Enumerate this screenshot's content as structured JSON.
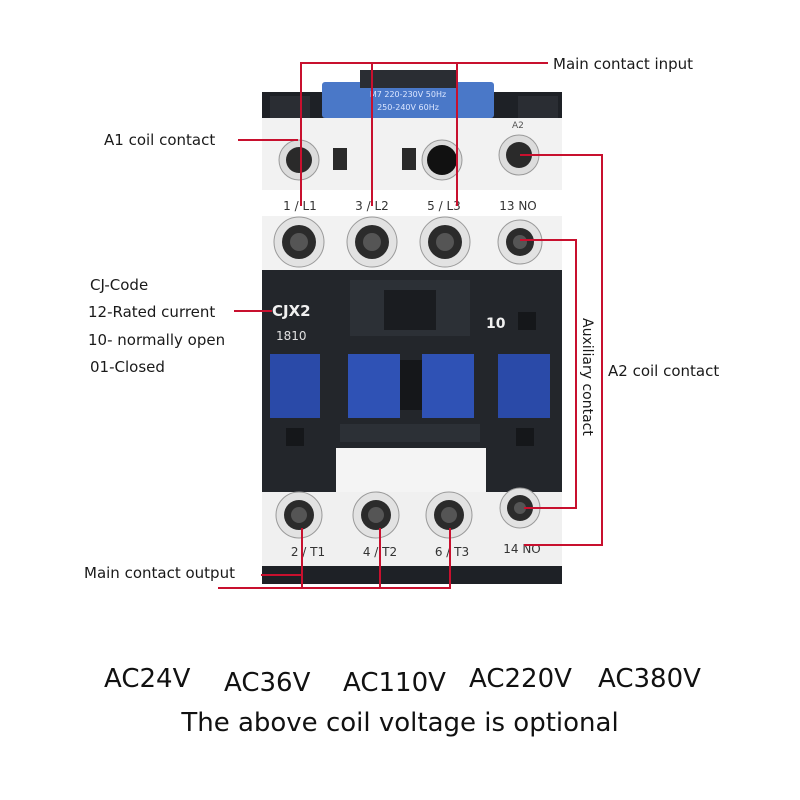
{
  "labels": {
    "main_input": "Main contact input",
    "a1_coil": "A1 coil contact",
    "a2_coil": "A2 coil contact",
    "auxiliary": "Auxiliary contact",
    "main_output": "Main contact output",
    "code_lines": [
      "CJ-Code",
      "12-Rated current",
      "10- normally open",
      "01-Closed"
    ]
  },
  "device": {
    "brand": "CJX2",
    "model": "1810",
    "aux_code": "10",
    "coil_plate": [
      "M7 220-230V 50Hz",
      "250-240V 60Hz"
    ],
    "top_terminals": [
      "1 / L1",
      "3 / L2",
      "5 / L3",
      "13 NO"
    ],
    "bottom_terminals": [
      "2 / T1",
      "4 / T2",
      "6 / T3",
      "14 NO"
    ],
    "a2_mark": "A2"
  },
  "voltages": [
    "AC24V",
    "AC36V",
    "AC110V",
    "AC220V",
    "AC380V"
  ],
  "footer_note": "The above coil voltage is optional",
  "colors": {
    "leader": "#c8102e",
    "body_dark": "#23262b",
    "blue": "#2a4aa8",
    "white_part": "#f2f2f2"
  }
}
